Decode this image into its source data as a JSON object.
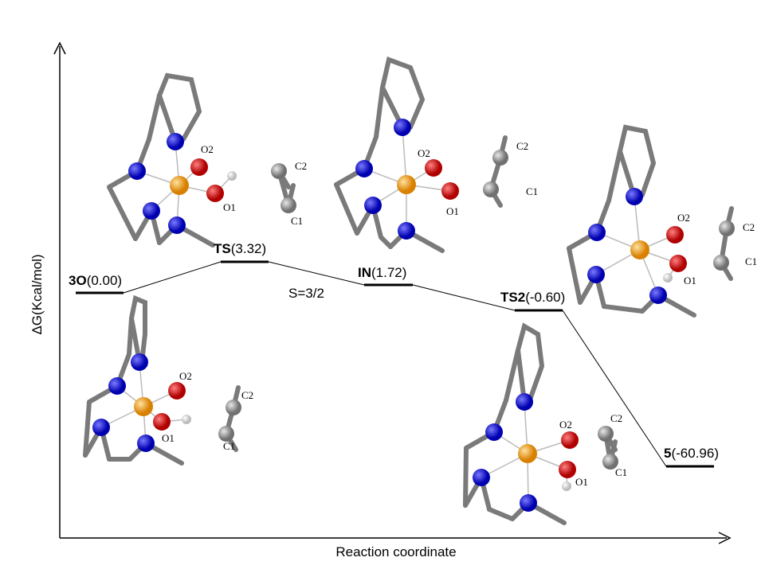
{
  "axes": {
    "ylabel": "ΔG(Kcal/mol)",
    "xlabel": "Reaction coordinate"
  },
  "spin_label": "S=3/2",
  "levels": [
    {
      "name": "3O",
      "value": "(0.00)",
      "energy": 0.0
    },
    {
      "name": "TS",
      "value": "(3.32)",
      "energy": 3.32
    },
    {
      "name": "IN",
      "value": "(1.72)",
      "energy": 1.72
    },
    {
      "name": "TS2",
      "value": "(-0.60)",
      "energy": -0.6
    },
    {
      "name": "5",
      "value": "(-60.96)",
      "energy": -60.96
    }
  ],
  "structures": [
    {
      "id": "ts",
      "labels": [
        "O2",
        "O1",
        "C2",
        "C1"
      ]
    },
    {
      "id": "in",
      "labels": [
        "O2",
        "O1",
        "C2",
        "C1"
      ]
    },
    {
      "id": "ts2",
      "labels": [
        "O2",
        "O1",
        "C2",
        "C1"
      ]
    },
    {
      "id": "3o",
      "labels": [
        "O2",
        "O1",
        "C2",
        "C1"
      ]
    },
    {
      "id": "5",
      "labels": [
        "O2",
        "O1",
        "C2",
        "C1"
      ]
    }
  ],
  "colors": {
    "fe": "#f39c12",
    "n": "#1a1aff",
    "o": "#e00000",
    "c": "#9a9a9a",
    "h": "#ffffff"
  }
}
